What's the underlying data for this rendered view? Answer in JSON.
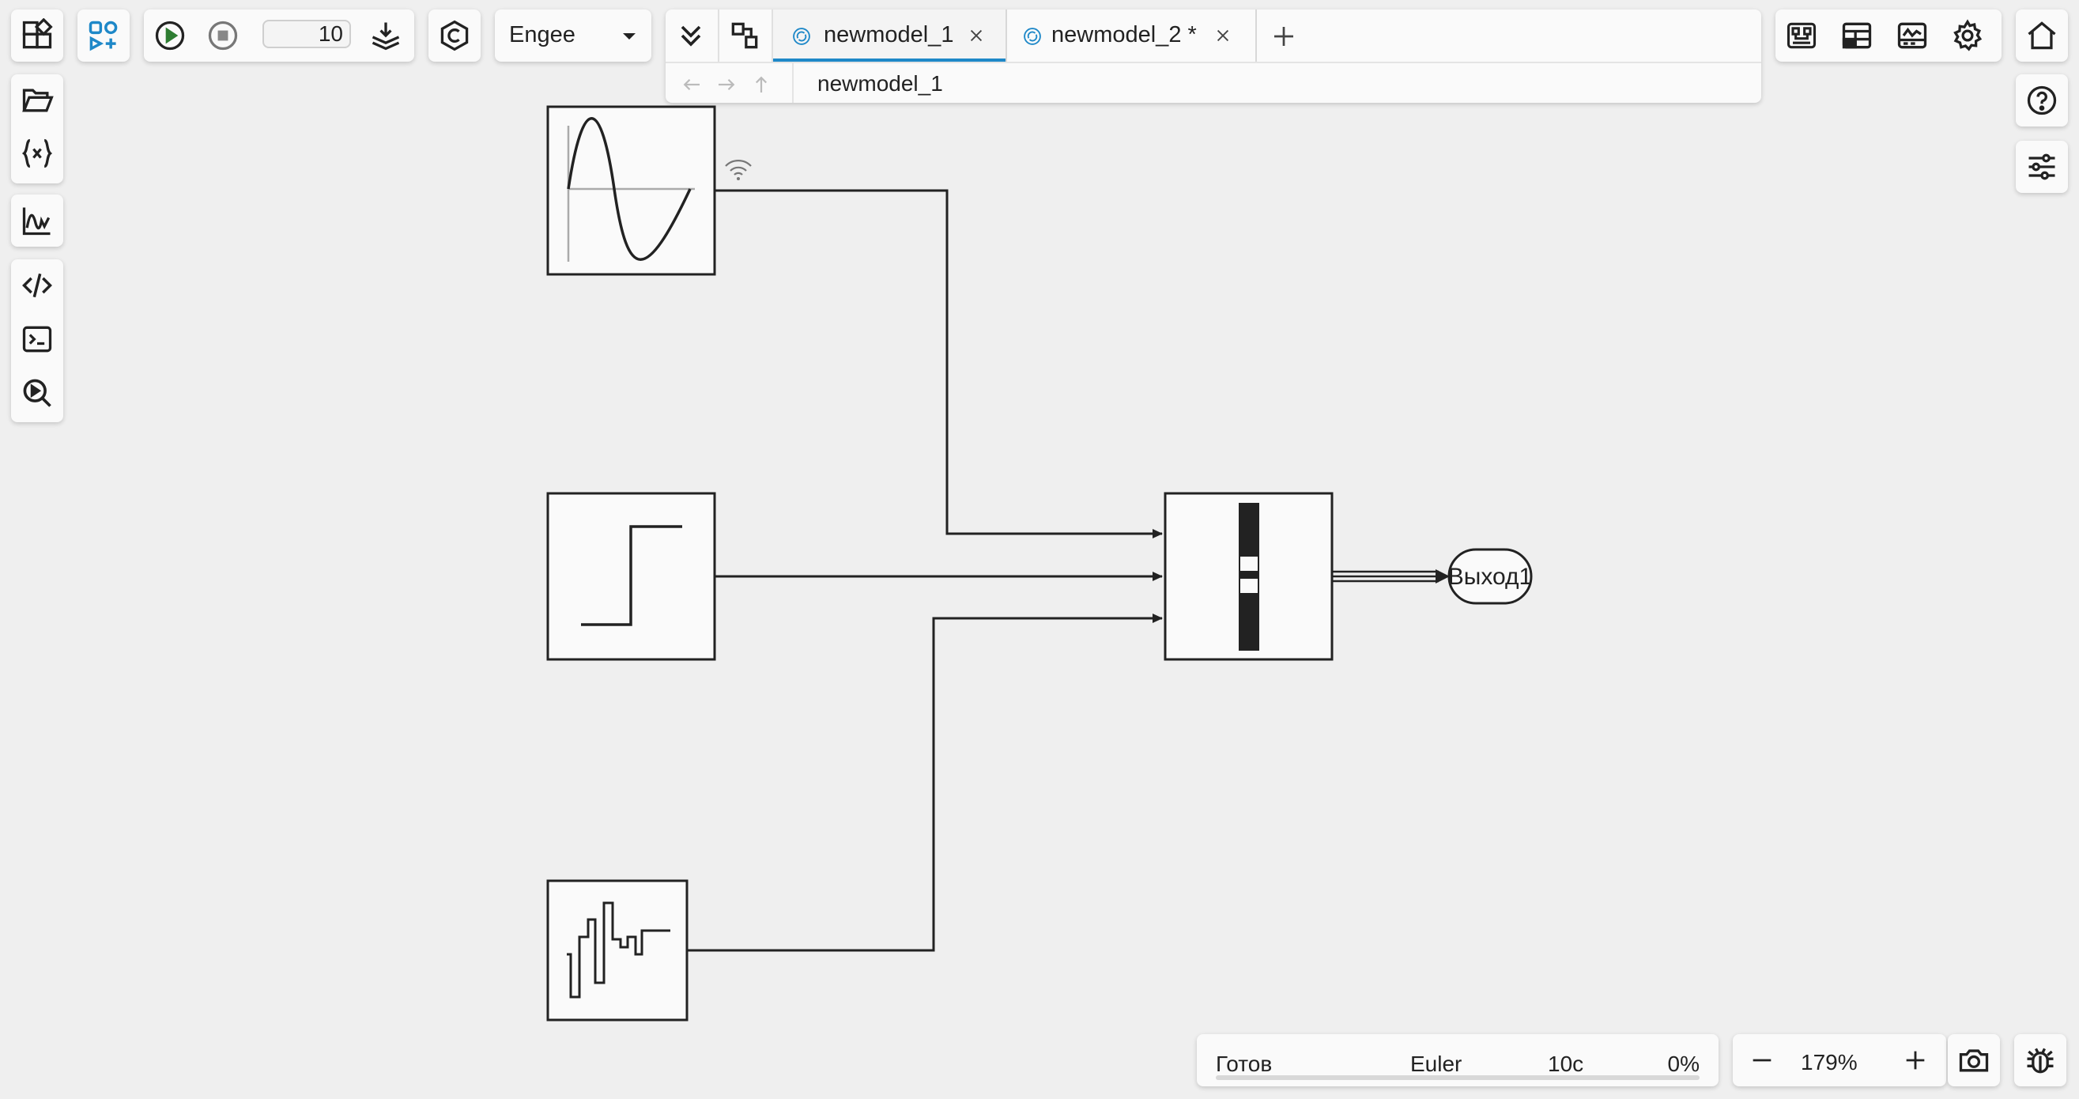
{
  "toolbar": {
    "sim_time_value": "10",
    "solver_select_value": "Engee"
  },
  "tabs": [
    {
      "label": "newmodel_1",
      "active": true
    },
    {
      "label": "newmodel_2 *",
      "active": false
    }
  ],
  "breadcrumb": {
    "path": "newmodel_1"
  },
  "model": {
    "output_port_label": "Выход1"
  },
  "status": {
    "state": "Готов",
    "solver": "Euler",
    "time": "10с",
    "progress": "0%",
    "progress_value": 0
  },
  "zoom": {
    "level": "179%"
  },
  "colors": {
    "accent": "#1e88c8",
    "run_green": "#2e7d32",
    "canvas_bg": "#efefef"
  },
  "icons": [
    "block-library-icon",
    "add-blocks-icon",
    "run-icon",
    "stop-icon",
    "step-download-icon",
    "copyright-c-icon",
    "chevron-down-icon",
    "collapse-icon",
    "swap-icon",
    "model-icon",
    "close-icon",
    "add-tab-icon",
    "back-arrow-icon",
    "forward-arrow-icon",
    "up-arrow-icon",
    "folder-open-icon",
    "variables-icon",
    "chart-icon",
    "code-icon",
    "terminal-icon",
    "search-zoom-icon",
    "hardware-icon",
    "table-icon",
    "monitor-icon",
    "gear-icon",
    "home-icon",
    "help-icon",
    "sliders-icon",
    "camera-icon",
    "bug-icon",
    "wifi-signal-icon"
  ]
}
